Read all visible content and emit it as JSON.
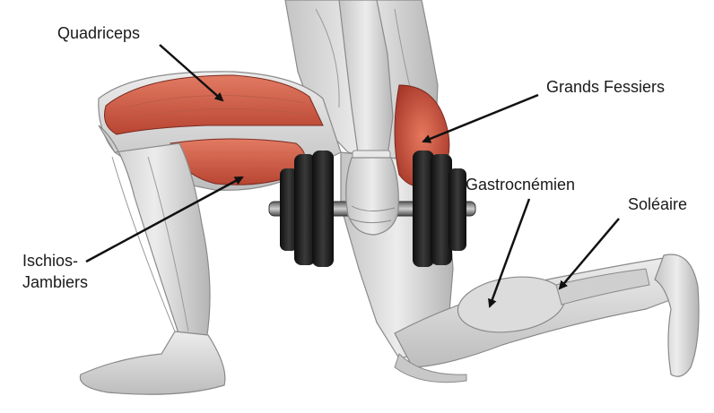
{
  "labels": {
    "quadriceps": "Quadriceps",
    "glutes": "Grands Fessiers",
    "gastrocnemius": "Gastrocnémien",
    "soleus": "Soléaire",
    "hamstrings_line1": "Ischios-",
    "hamstrings_line2": "Jambiers"
  },
  "colors": {
    "background": "#ffffff",
    "muscle_gray": "#d6d6d6",
    "muscle_shade": "#a9a9a9",
    "highlight_muscle": "#d9604a",
    "highlight_dark": "#a8382a",
    "dumbbell": "#1b1b1b",
    "label_text": "#1a1a1a",
    "pointer_arrow": "#111111"
  }
}
